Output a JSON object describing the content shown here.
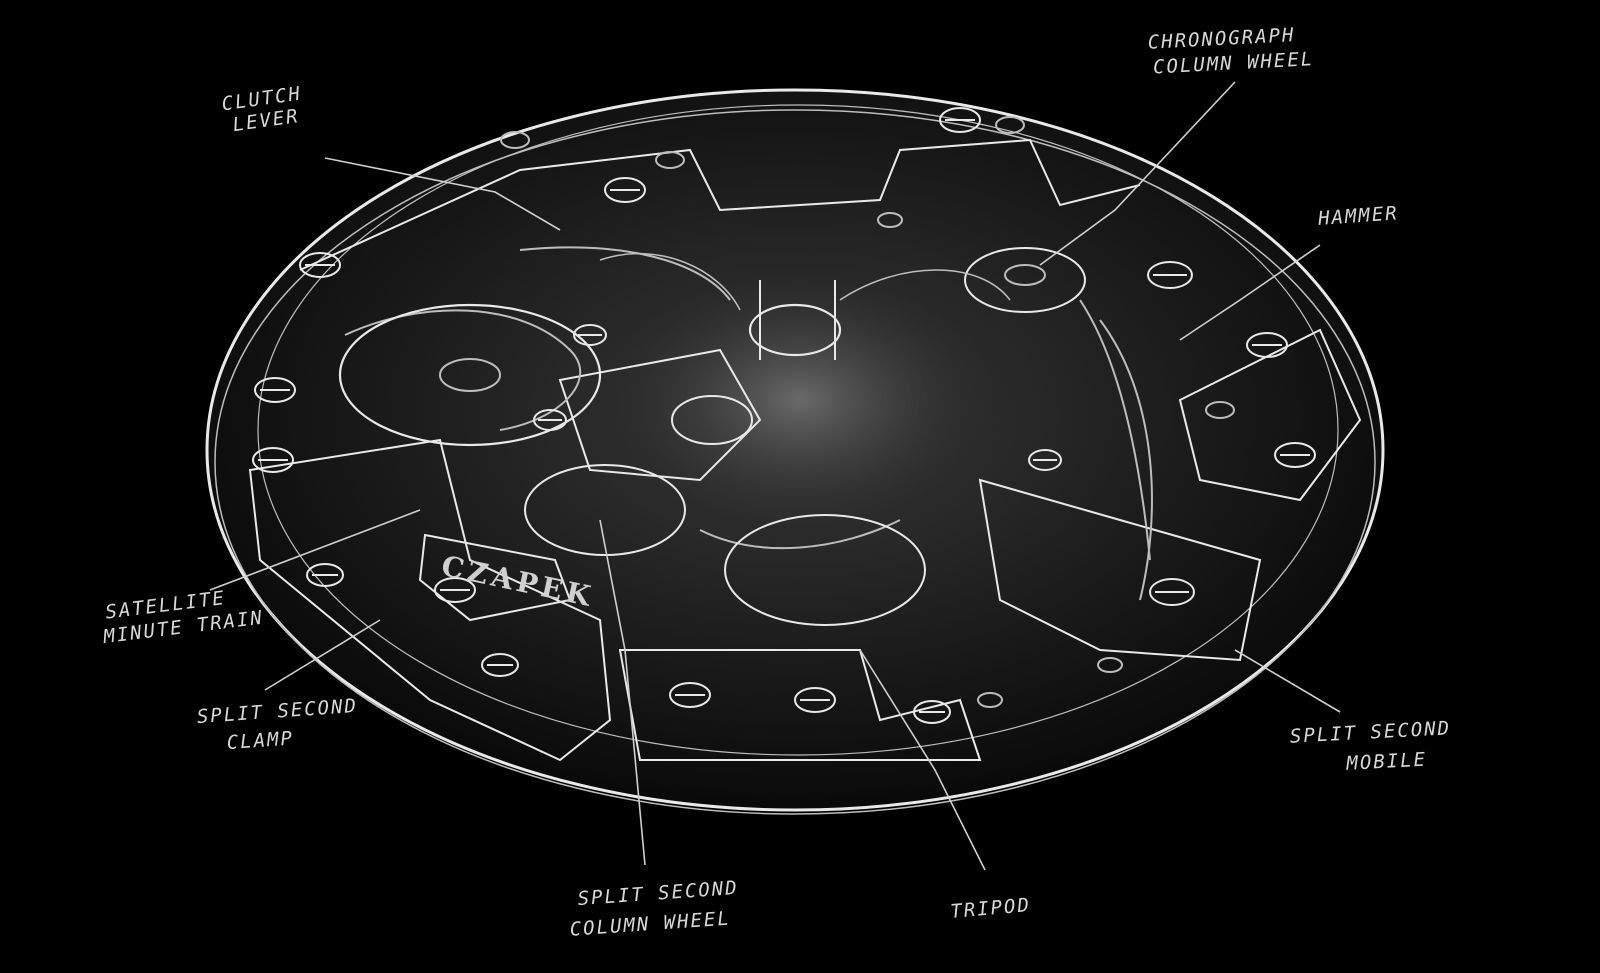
{
  "brand": "CZAPEK",
  "colors": {
    "background": "#000000",
    "ink": "#e9e9e9",
    "label": "#d8d8d8"
  },
  "labels": {
    "clutch_lever": [
      "CLUTCH",
      "LEVER"
    ],
    "chronograph_column_wheel": [
      "CHRONOGRAPH",
      "COLUMN WHEEL"
    ],
    "hammer": [
      "HAMMER"
    ],
    "satellite_minute_train": [
      "SATELLITE",
      "MINUTE TRAIN"
    ],
    "split_second_clamp": [
      "SPLIT SECOND",
      "CLAMP"
    ],
    "split_second_mobile": [
      "SPLIT SECOND",
      "MOBILE"
    ],
    "split_second_column_wheel": [
      "SPLIT SECOND",
      "COLUMN WHEEL"
    ],
    "tripod": [
      "TRIPOD"
    ]
  }
}
